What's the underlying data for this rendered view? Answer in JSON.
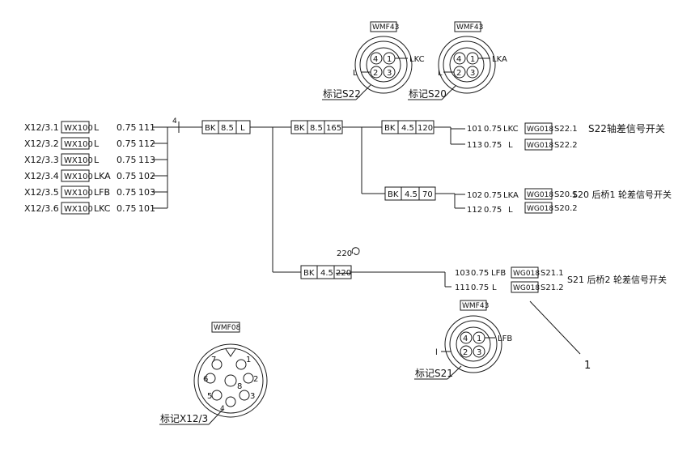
{
  "left_wires": [
    {
      "id": "X12/3.1",
      "tag": "WX100",
      "sig": "L",
      "gauge": "0.75",
      "num": "111"
    },
    {
      "id": "X12/3.2",
      "tag": "WX100",
      "sig": "L",
      "gauge": "0.75",
      "num": "112"
    },
    {
      "id": "X12/3.3",
      "tag": "WX100",
      "sig": "L",
      "gauge": "0.75",
      "num": "113"
    },
    {
      "id": "X12/3.4",
      "tag": "WX100",
      "sig": "LKA",
      "gauge": "0.75",
      "num": "102"
    },
    {
      "id": "X12/3.5",
      "tag": "WX100",
      "sig": "LFB",
      "gauge": "0.75",
      "num": "103"
    },
    {
      "id": "X12/3.6",
      "tag": "WX100",
      "sig": "LKC",
      "gauge": "0.75",
      "num": "101"
    }
  ],
  "bundle_count": "4",
  "boxes": {
    "main": [
      "BK",
      "8.5",
      "L"
    ],
    "second": [
      "BK",
      "8.5",
      "165"
    ],
    "s22": [
      "BK",
      "4.5",
      "120"
    ],
    "s20": [
      "BK",
      "4.5",
      "70"
    ],
    "s21": [
      "BK",
      "4.5",
      "220"
    ]
  },
  "s21_note": "220",
  "s22": {
    "connector": "WMF43",
    "pin_labels": [
      "4",
      "1",
      "2",
      "3"
    ],
    "right_label": "LKC",
    "left_label": "L",
    "mark": "标记S22",
    "wires": [
      {
        "num": "101",
        "gauge": "0.75",
        "sig": "LKC",
        "tag": "WG018",
        "ref": "S22.1"
      },
      {
        "num": "113",
        "gauge": "0.75",
        "sig": "L",
        "tag": "WG018",
        "ref": "S22.2"
      }
    ],
    "title": "S22轴差信号开关"
  },
  "s20": {
    "connector": "WMF43",
    "pin_labels": [
      "4",
      "1",
      "2",
      "3"
    ],
    "right_label": "LKA",
    "left_label": "L",
    "mark": "标记S20",
    "wires": [
      {
        "num": "102",
        "gauge": "0.75",
        "sig": "LKA",
        "tag": "WG018",
        "ref": "S20.1"
      },
      {
        "num": "112",
        "gauge": "0.75",
        "sig": "L",
        "tag": "WG018",
        "ref": "S20.2"
      }
    ],
    "title": "S20 后桥1 轮差信号开关"
  },
  "s21": {
    "connector": "WMF43",
    "pin_labels": [
      "4",
      "1",
      "2",
      "3"
    ],
    "right_label": "LFB",
    "left_label": "l",
    "mark": "标记S21",
    "wires": [
      {
        "num": "103",
        "gauge": "0.75",
        "sig": "LFB",
        "tag": "WG018",
        "ref": "S21.1"
      },
      {
        "num": "111",
        "gauge": "0.75",
        "sig": "L",
        "tag": "WG018",
        "ref": "S21.2"
      }
    ],
    "title": "S21 后桥2 轮差信号开关"
  },
  "x12": {
    "connector": "WMF08",
    "pins": [
      "7",
      "1",
      "6",
      "8",
      "2",
      "5",
      "3",
      "4"
    ],
    "mark": "标记X12/3"
  },
  "callout": "1"
}
